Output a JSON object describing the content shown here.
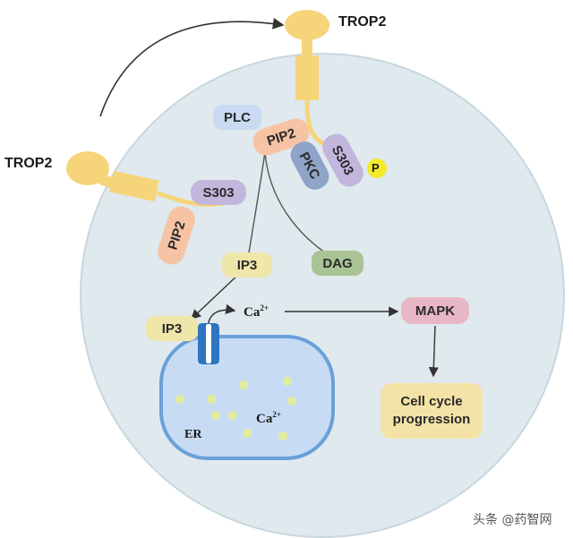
{
  "labels": {
    "trop2_top": "TROP2",
    "trop2_left": "TROP2",
    "plc": "PLC",
    "pip2_top": "PIP2",
    "pkc": "PKC",
    "s303_top": "S303",
    "p": "P",
    "s303_left": "S303",
    "pip2_left": "PIP2",
    "ip3_mid": "IP3",
    "dag": "DAG",
    "ip3_er": "IP3",
    "ca_top": "Ca",
    "ca_top_sup": "2+",
    "mapk": "MAPK",
    "cell_cycle_line1": "Cell cycle",
    "cell_cycle_line2": "progression",
    "er": "ER",
    "ca_er": "Ca",
    "ca_er_sup": "2+"
  },
  "watermark": "头条 @药智网",
  "colors": {
    "cell": "#dfe9ee",
    "cell_border": "#c7d6dd",
    "trop2": "#f6d47a",
    "plc": "#c9daf2",
    "pip2": "#f6c4a4",
    "pkc": "#8ea5c9",
    "s303": "#c2b6dc",
    "p": "#f4ea2a",
    "ip3": "#efe6a9",
    "dag": "#a9c395",
    "mapk": "#e8b7c6",
    "cell_cycle": "#f4e3a6",
    "er_fill": "#c7dcf4",
    "er_border": "#6aa0d8",
    "ca_dot": "#e3ec9a"
  }
}
